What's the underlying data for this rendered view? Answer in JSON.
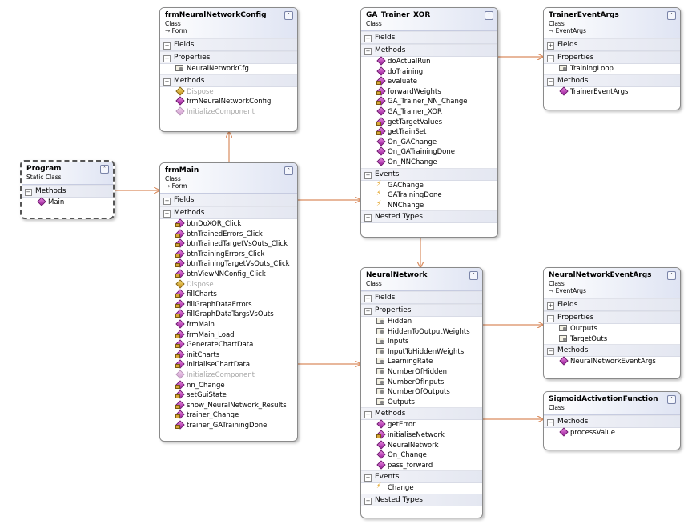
{
  "classes": {
    "program": {
      "name": "Program",
      "kind": "Static Class",
      "sections": [
        {
          "label": "Methods",
          "members": [
            {
              "name": "Main",
              "icon": "method-icon"
            }
          ]
        }
      ]
    },
    "frm_config": {
      "name": "frmNeuralNetworkConfig",
      "kind": "Class",
      "base": "Form",
      "sections": [
        {
          "label": "Fields",
          "collapsed": true,
          "members": []
        },
        {
          "label": "Properties",
          "members": [
            {
              "name": "NeuralNetworkCfg",
              "icon": "property-icon"
            }
          ]
        },
        {
          "label": "Methods",
          "members": [
            {
              "name": "Dispose",
              "icon": "override-method-icon",
              "dim": true
            },
            {
              "name": "frmNeuralNetworkConfig",
              "icon": "method-icon"
            },
            {
              "name": "InitializeComponent",
              "icon": "method-icon",
              "dim": true
            }
          ]
        }
      ]
    },
    "frm_main": {
      "name": "frmMain",
      "kind": "Class",
      "base": "Form",
      "sections": [
        {
          "label": "Fields",
          "collapsed": true,
          "members": []
        },
        {
          "label": "Methods",
          "members": [
            {
              "name": "btnDoXOR_Click",
              "icon": "private-method-icon"
            },
            {
              "name": "btnTrainedErrors_Click",
              "icon": "private-method-icon"
            },
            {
              "name": "btnTrainedTargetVsOuts_Click",
              "icon": "private-method-icon"
            },
            {
              "name": "btnTrainingErrors_Click",
              "icon": "private-method-icon"
            },
            {
              "name": "btnTrainingTargetVsOuts_Click",
              "icon": "private-method-icon"
            },
            {
              "name": "btnViewNNConfig_Click",
              "icon": "private-method-icon"
            },
            {
              "name": "Dispose",
              "icon": "override-method-icon",
              "dim": true
            },
            {
              "name": "fillCharts",
              "icon": "private-method-icon"
            },
            {
              "name": "fillGraphDataErrors",
              "icon": "private-method-icon"
            },
            {
              "name": "fillGraphDataTargsVsOuts",
              "icon": "private-method-icon"
            },
            {
              "name": "frmMain",
              "icon": "method-icon"
            },
            {
              "name": "frmMain_Load",
              "icon": "private-method-icon"
            },
            {
              "name": "GenerateChartData",
              "icon": "private-method-icon"
            },
            {
              "name": "initCharts",
              "icon": "private-method-icon"
            },
            {
              "name": "initialiseChartData",
              "icon": "private-method-icon"
            },
            {
              "name": "InitializeComponent",
              "icon": "method-icon",
              "dim": true
            },
            {
              "name": "nn_Change",
              "icon": "private-method-icon"
            },
            {
              "name": "setGuiState",
              "icon": "private-method-icon"
            },
            {
              "name": "show_NeuralNetwork_Results",
              "icon": "private-method-icon"
            },
            {
              "name": "trainer_Change",
              "icon": "private-method-icon"
            },
            {
              "name": "trainer_GATrainingDone",
              "icon": "private-method-icon"
            }
          ]
        }
      ]
    },
    "ga_trainer": {
      "name": "GA_Trainer_XOR",
      "kind": "Class",
      "sections": [
        {
          "label": "Fields",
          "collapsed": true,
          "members": []
        },
        {
          "label": "Methods",
          "members": [
            {
              "name": "doActualRun",
              "icon": "method-icon"
            },
            {
              "name": "doTraining",
              "icon": "method-icon"
            },
            {
              "name": "evaluate",
              "icon": "private-method-icon"
            },
            {
              "name": "forwardWeights",
              "icon": "private-method-icon"
            },
            {
              "name": "GA_Trainer_NN_Change",
              "icon": "private-method-icon"
            },
            {
              "name": "GA_Trainer_XOR",
              "icon": "method-icon"
            },
            {
              "name": "getTargetValues",
              "icon": "private-method-icon"
            },
            {
              "name": "getTrainSet",
              "icon": "private-method-icon"
            },
            {
              "name": "On_GAChange",
              "icon": "method-icon"
            },
            {
              "name": "On_GATrainingDone",
              "icon": "method-icon"
            },
            {
              "name": "On_NNChange",
              "icon": "method-icon"
            }
          ]
        },
        {
          "label": "Events",
          "members": [
            {
              "name": "GAChange",
              "icon": "event-icon"
            },
            {
              "name": "GATrainingDone",
              "icon": "event-icon"
            },
            {
              "name": "NNChange",
              "icon": "event-icon"
            }
          ]
        },
        {
          "label": "Nested Types",
          "collapsed": true,
          "members": []
        }
      ]
    },
    "trainer_event_args": {
      "name": "TrainerEventArgs",
      "kind": "Class",
      "base": "EventArgs",
      "sections": [
        {
          "label": "Fields",
          "collapsed": true,
          "members": []
        },
        {
          "label": "Properties",
          "members": [
            {
              "name": "TrainingLoop",
              "icon": "property-icon"
            }
          ]
        },
        {
          "label": "Methods",
          "members": [
            {
              "name": "TrainerEventArgs",
              "icon": "method-icon"
            }
          ]
        }
      ]
    },
    "neural_network": {
      "name": "NeuralNetwork",
      "kind": "Class",
      "sections": [
        {
          "label": "Fields",
          "collapsed": true,
          "members": []
        },
        {
          "label": "Properties",
          "members": [
            {
              "name": "Hidden",
              "icon": "property-icon"
            },
            {
              "name": "HiddenToOutputWeights",
              "icon": "property-icon"
            },
            {
              "name": "Inputs",
              "icon": "property-icon"
            },
            {
              "name": "InputToHiddenWeights",
              "icon": "property-icon"
            },
            {
              "name": "LearningRate",
              "icon": "property-icon"
            },
            {
              "name": "NumberOfHidden",
              "icon": "property-icon"
            },
            {
              "name": "NumberOfInputs",
              "icon": "property-icon"
            },
            {
              "name": "NumberOfOutputs",
              "icon": "property-icon"
            },
            {
              "name": "Outputs",
              "icon": "property-icon"
            }
          ]
        },
        {
          "label": "Methods",
          "members": [
            {
              "name": "getError",
              "icon": "method-icon"
            },
            {
              "name": "initialiseNetwork",
              "icon": "private-method-icon"
            },
            {
              "name": "NeuralNetwork",
              "icon": "method-icon"
            },
            {
              "name": "On_Change",
              "icon": "method-icon"
            },
            {
              "name": "pass_forward",
              "icon": "method-icon"
            }
          ]
        },
        {
          "label": "Events",
          "members": [
            {
              "name": "Change",
              "icon": "event-icon"
            }
          ]
        },
        {
          "label": "Nested Types",
          "collapsed": true,
          "members": []
        }
      ]
    },
    "nn_event_args": {
      "name": "NeuralNetworkEventArgs",
      "kind": "Class",
      "base": "EventArgs",
      "sections": [
        {
          "label": "Fields",
          "collapsed": true,
          "members": []
        },
        {
          "label": "Properties",
          "members": [
            {
              "name": "Outputs",
              "icon": "property-icon"
            },
            {
              "name": "TargetOuts",
              "icon": "property-icon"
            }
          ]
        },
        {
          "label": "Methods",
          "members": [
            {
              "name": "NeuralNetworkEventArgs",
              "icon": "method-icon"
            }
          ]
        }
      ]
    },
    "sigmoid": {
      "name": "SigmoidActivationFunction",
      "kind": "Class",
      "sections": [
        {
          "label": "Methods",
          "members": [
            {
              "name": "processValue",
              "icon": "method-icon"
            }
          ]
        }
      ]
    }
  },
  "colors": {
    "connector": "#d98c5f",
    "header_gradient_end": "#dfe4f3",
    "border": "#8a8a8a"
  }
}
